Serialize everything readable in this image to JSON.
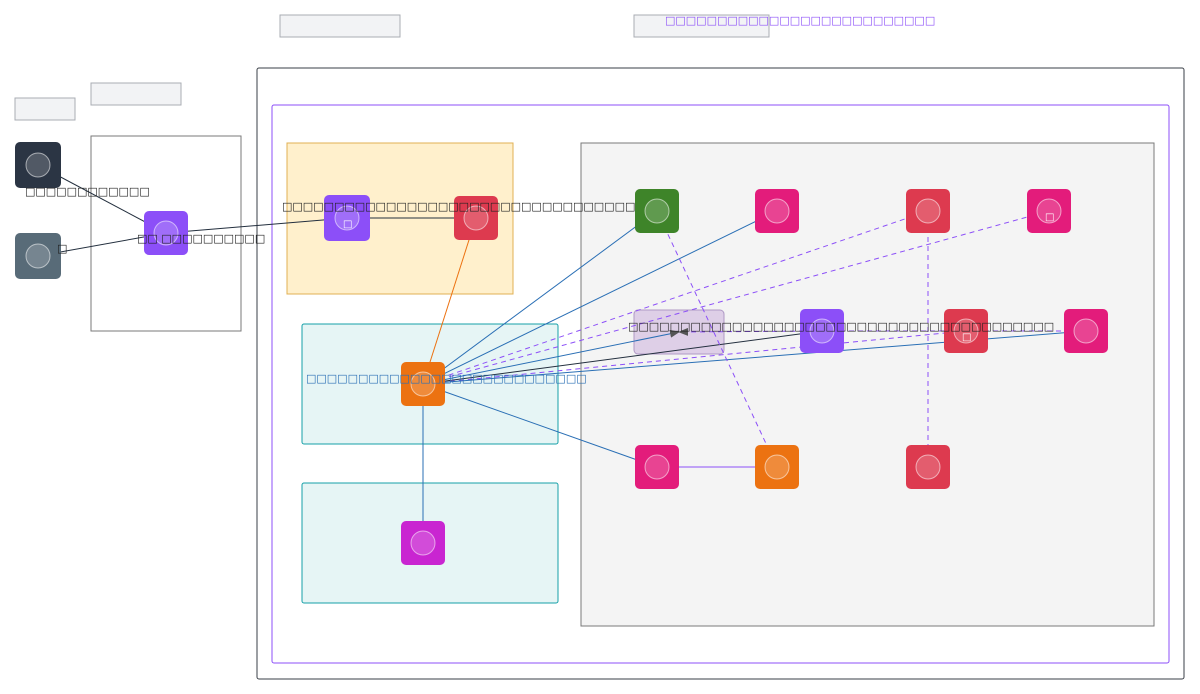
{
  "title": "□□□□□□□□□□□□□□□□□□□□□□□□□□",
  "colors": {
    "dark": "#2b3544",
    "slate": "#586b78",
    "purple": "#8c4ff8",
    "red": "#dd3a4f",
    "pink": "#e31c7b",
    "orange": "#ec7211",
    "green": "#3e8429",
    "magenta": "#c925d1",
    "blue_edge": "#2a6fb5",
    "black_edge": "#232f3e",
    "orange_edge": "#ec7211",
    "purple_dash": "#8c4ff8",
    "group_yellow_fill": "#fff0cc",
    "group_yellow_stroke": "#e0b053",
    "group_teal_fill": "#e6f5f5",
    "group_teal_stroke": "#15a0a8",
    "group_gray_fill": "#f4f4f4",
    "group_gray_stroke": "#7a7a7a",
    "outer_purple_stroke": "#8c4ff8",
    "placeholder_fill": "#f2f3f5",
    "placeholder_stroke": "#a9adb3"
  },
  "labels": {
    "node_a": "□□□□□□□□□□□□",
    "node_b": "□",
    "node_c": "□□ □□□□□□□□□□",
    "node_d": "□□□□□□□□□□□□□□□□□□□□□□□□□□□□□□□□□□",
    "node_e": "□□□□□□□□□□□□□□□□□□□□□□□□□□□□□□□□□□□□□□□□□",
    "node_f": "□□□□□□□□□□□□□□□□□□□□□□□□□□□"
  },
  "nodes": [
    {
      "id": "n1",
      "icon": "dark-round-icon",
      "color": "dark"
    },
    {
      "id": "n2",
      "icon": "slate-round-icon",
      "color": "slate"
    },
    {
      "id": "n3",
      "icon": "purple-round-icon",
      "color": "purple"
    },
    {
      "id": "n4",
      "icon": "purple-round-icon",
      "color": "purple",
      "glyph": "□"
    },
    {
      "id": "n5",
      "icon": "red-round-icon",
      "color": "red"
    },
    {
      "id": "n6",
      "icon": "orange-round-icon",
      "color": "orange"
    },
    {
      "id": "n7",
      "icon": "magenta-round-icon",
      "color": "magenta"
    },
    {
      "id": "n8",
      "icon": "green-round-icon",
      "color": "green"
    },
    {
      "id": "n9",
      "icon": "pink-round-icon",
      "color": "pink"
    },
    {
      "id": "n10",
      "icon": "red-round-icon",
      "color": "red"
    },
    {
      "id": "n11",
      "icon": "pink-round-icon",
      "color": "pink",
      "glyph": "□"
    },
    {
      "id": "n12",
      "icon": "purple-round-icon",
      "color": "purple"
    },
    {
      "id": "n13",
      "icon": "red-round-icon",
      "color": "red",
      "glyph": "□"
    },
    {
      "id": "n14",
      "icon": "pink-round-icon",
      "color": "pink"
    },
    {
      "id": "n15",
      "icon": "pink-round-icon",
      "color": "pink"
    },
    {
      "id": "n16",
      "icon": "orange-round-icon",
      "color": "orange"
    },
    {
      "id": "n17",
      "icon": "red-round-icon",
      "color": "red"
    }
  ],
  "edges": [
    {
      "from": "n1",
      "to": "n3",
      "style": "black_edge",
      "dashed": false
    },
    {
      "from": "n2",
      "to": "n3",
      "style": "black_edge",
      "dashed": false
    },
    {
      "from": "n3",
      "to": "n4",
      "style": "black_edge",
      "dashed": false
    },
    {
      "from": "n4",
      "to": "n5",
      "style": "black_edge",
      "dashed": false
    },
    {
      "from": "n5",
      "to": "n6",
      "style": "orange_edge",
      "dashed": false
    },
    {
      "from": "n6",
      "to": "n7",
      "style": "blue_edge",
      "dashed": false
    },
    {
      "from": "n6",
      "to": "n8",
      "style": "blue_edge",
      "dashed": false
    },
    {
      "from": "n6",
      "to": "n9",
      "style": "blue_edge",
      "dashed": false
    },
    {
      "from": "n6",
      "to": "n10",
      "style": "purple_dash",
      "dashed": true
    },
    {
      "from": "n6",
      "to": "n11",
      "style": "purple_dash",
      "dashed": true
    },
    {
      "from": "n6",
      "to": "n12",
      "style": "black_edge",
      "dashed": false
    },
    {
      "from": "n6",
      "to": "n13",
      "style": "purple_dash",
      "dashed": true
    },
    {
      "from": "n6",
      "to": "n14",
      "style": "blue_edge",
      "dashed": false
    },
    {
      "from": "n6",
      "to": "n15",
      "style": "blue_edge",
      "dashed": false
    },
    {
      "from": "n6",
      "to": "label_box",
      "style": "blue_edge",
      "dashed": false
    },
    {
      "from": "n15",
      "to": "n16",
      "style": "purple_dash",
      "dashed": false
    },
    {
      "from": "n16",
      "to": "n8",
      "style": "purple_dash",
      "dashed": true
    },
    {
      "from": "n17",
      "to": "n10",
      "style": "purple_dash",
      "dashed": true
    },
    {
      "from": "n12",
      "to": "n14",
      "style": "purple_dash",
      "dashed": true
    },
    {
      "from": "n12",
      "to": "label_box",
      "style": "purple_dash",
      "dashed": true
    }
  ]
}
